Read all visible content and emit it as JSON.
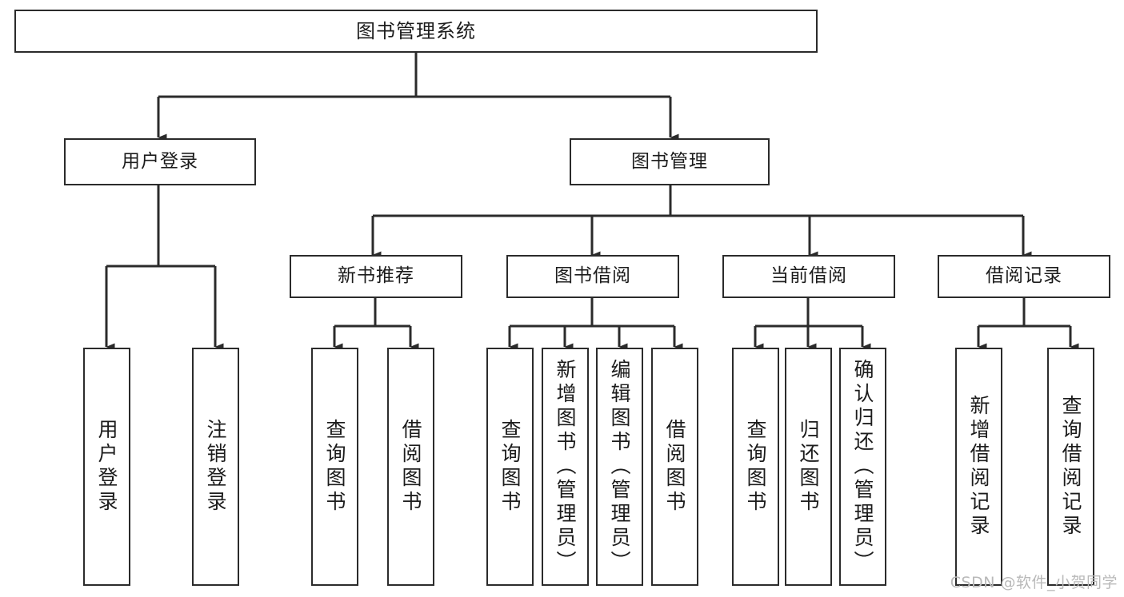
{
  "diagram": {
    "title": "图书管理系统",
    "watermark": "CSDN @软件_小贺同学",
    "line_color": "#2b2b2b",
    "text_color": "#1c1c1c",
    "background": "#ffffff",
    "watermark_color": "#b9b9b9"
  },
  "nodes": {
    "root": {
      "label": "图书管理系统",
      "level": 0
    },
    "user_login": {
      "label": "用户登录",
      "level": 1
    },
    "book_manage": {
      "label": "图书管理",
      "level": 1
    },
    "new_book_rec": {
      "label": "新书推荐",
      "level": 2
    },
    "book_borrow": {
      "label": "图书借阅",
      "level": 2
    },
    "current_borrow": {
      "label": "当前借阅",
      "level": 2
    },
    "borrow_record": {
      "label": "借阅记录",
      "level": 2
    },
    "leaf_user_login": {
      "label": "用户登录",
      "level": 3
    },
    "leaf_logout": {
      "label": "注销登录",
      "level": 3
    },
    "leaf_query_book_1": {
      "label": "查询图书",
      "level": 3
    },
    "leaf_borrow_book_1": {
      "label": "借阅图书",
      "level": 3
    },
    "leaf_query_book_2": {
      "label": "查询图书",
      "level": 3
    },
    "leaf_add_book": {
      "label": "新增图书（管理员）",
      "level": 3
    },
    "leaf_edit_book": {
      "label": "编辑图书（管理员）",
      "level": 3
    },
    "leaf_borrow_book_2": {
      "label": "借阅图书",
      "level": 3
    },
    "leaf_query_book_3": {
      "label": "查询图书",
      "level": 3
    },
    "leaf_return_book": {
      "label": "归还图书",
      "level": 3
    },
    "leaf_confirm_return": {
      "label": "确认归还（管理员）",
      "level": 3
    },
    "leaf_add_record": {
      "label": "新增借阅记录",
      "level": 3
    },
    "leaf_query_record": {
      "label": "查询借阅记录",
      "level": 3
    }
  },
  "tree": {
    "name": "图书管理系统",
    "children": [
      {
        "name": "用户登录",
        "children": [
          {
            "name": "用户登录"
          },
          {
            "name": "注销登录"
          }
        ]
      },
      {
        "name": "图书管理",
        "children": [
          {
            "name": "新书推荐",
            "children": [
              {
                "name": "查询图书"
              },
              {
                "name": "借阅图书"
              }
            ]
          },
          {
            "name": "图书借阅",
            "children": [
              {
                "name": "查询图书"
              },
              {
                "name": "新增图书（管理员）"
              },
              {
                "name": "编辑图书（管理员）"
              },
              {
                "name": "借阅图书"
              }
            ]
          },
          {
            "name": "当前借阅",
            "children": [
              {
                "name": "查询图书"
              },
              {
                "name": "归还图书"
              },
              {
                "name": "确认归还（管理员）"
              }
            ]
          },
          {
            "name": "借阅记录",
            "children": [
              {
                "name": "新增借阅记录"
              },
              {
                "name": "查询借阅记录"
              }
            ]
          }
        ]
      }
    ]
  }
}
